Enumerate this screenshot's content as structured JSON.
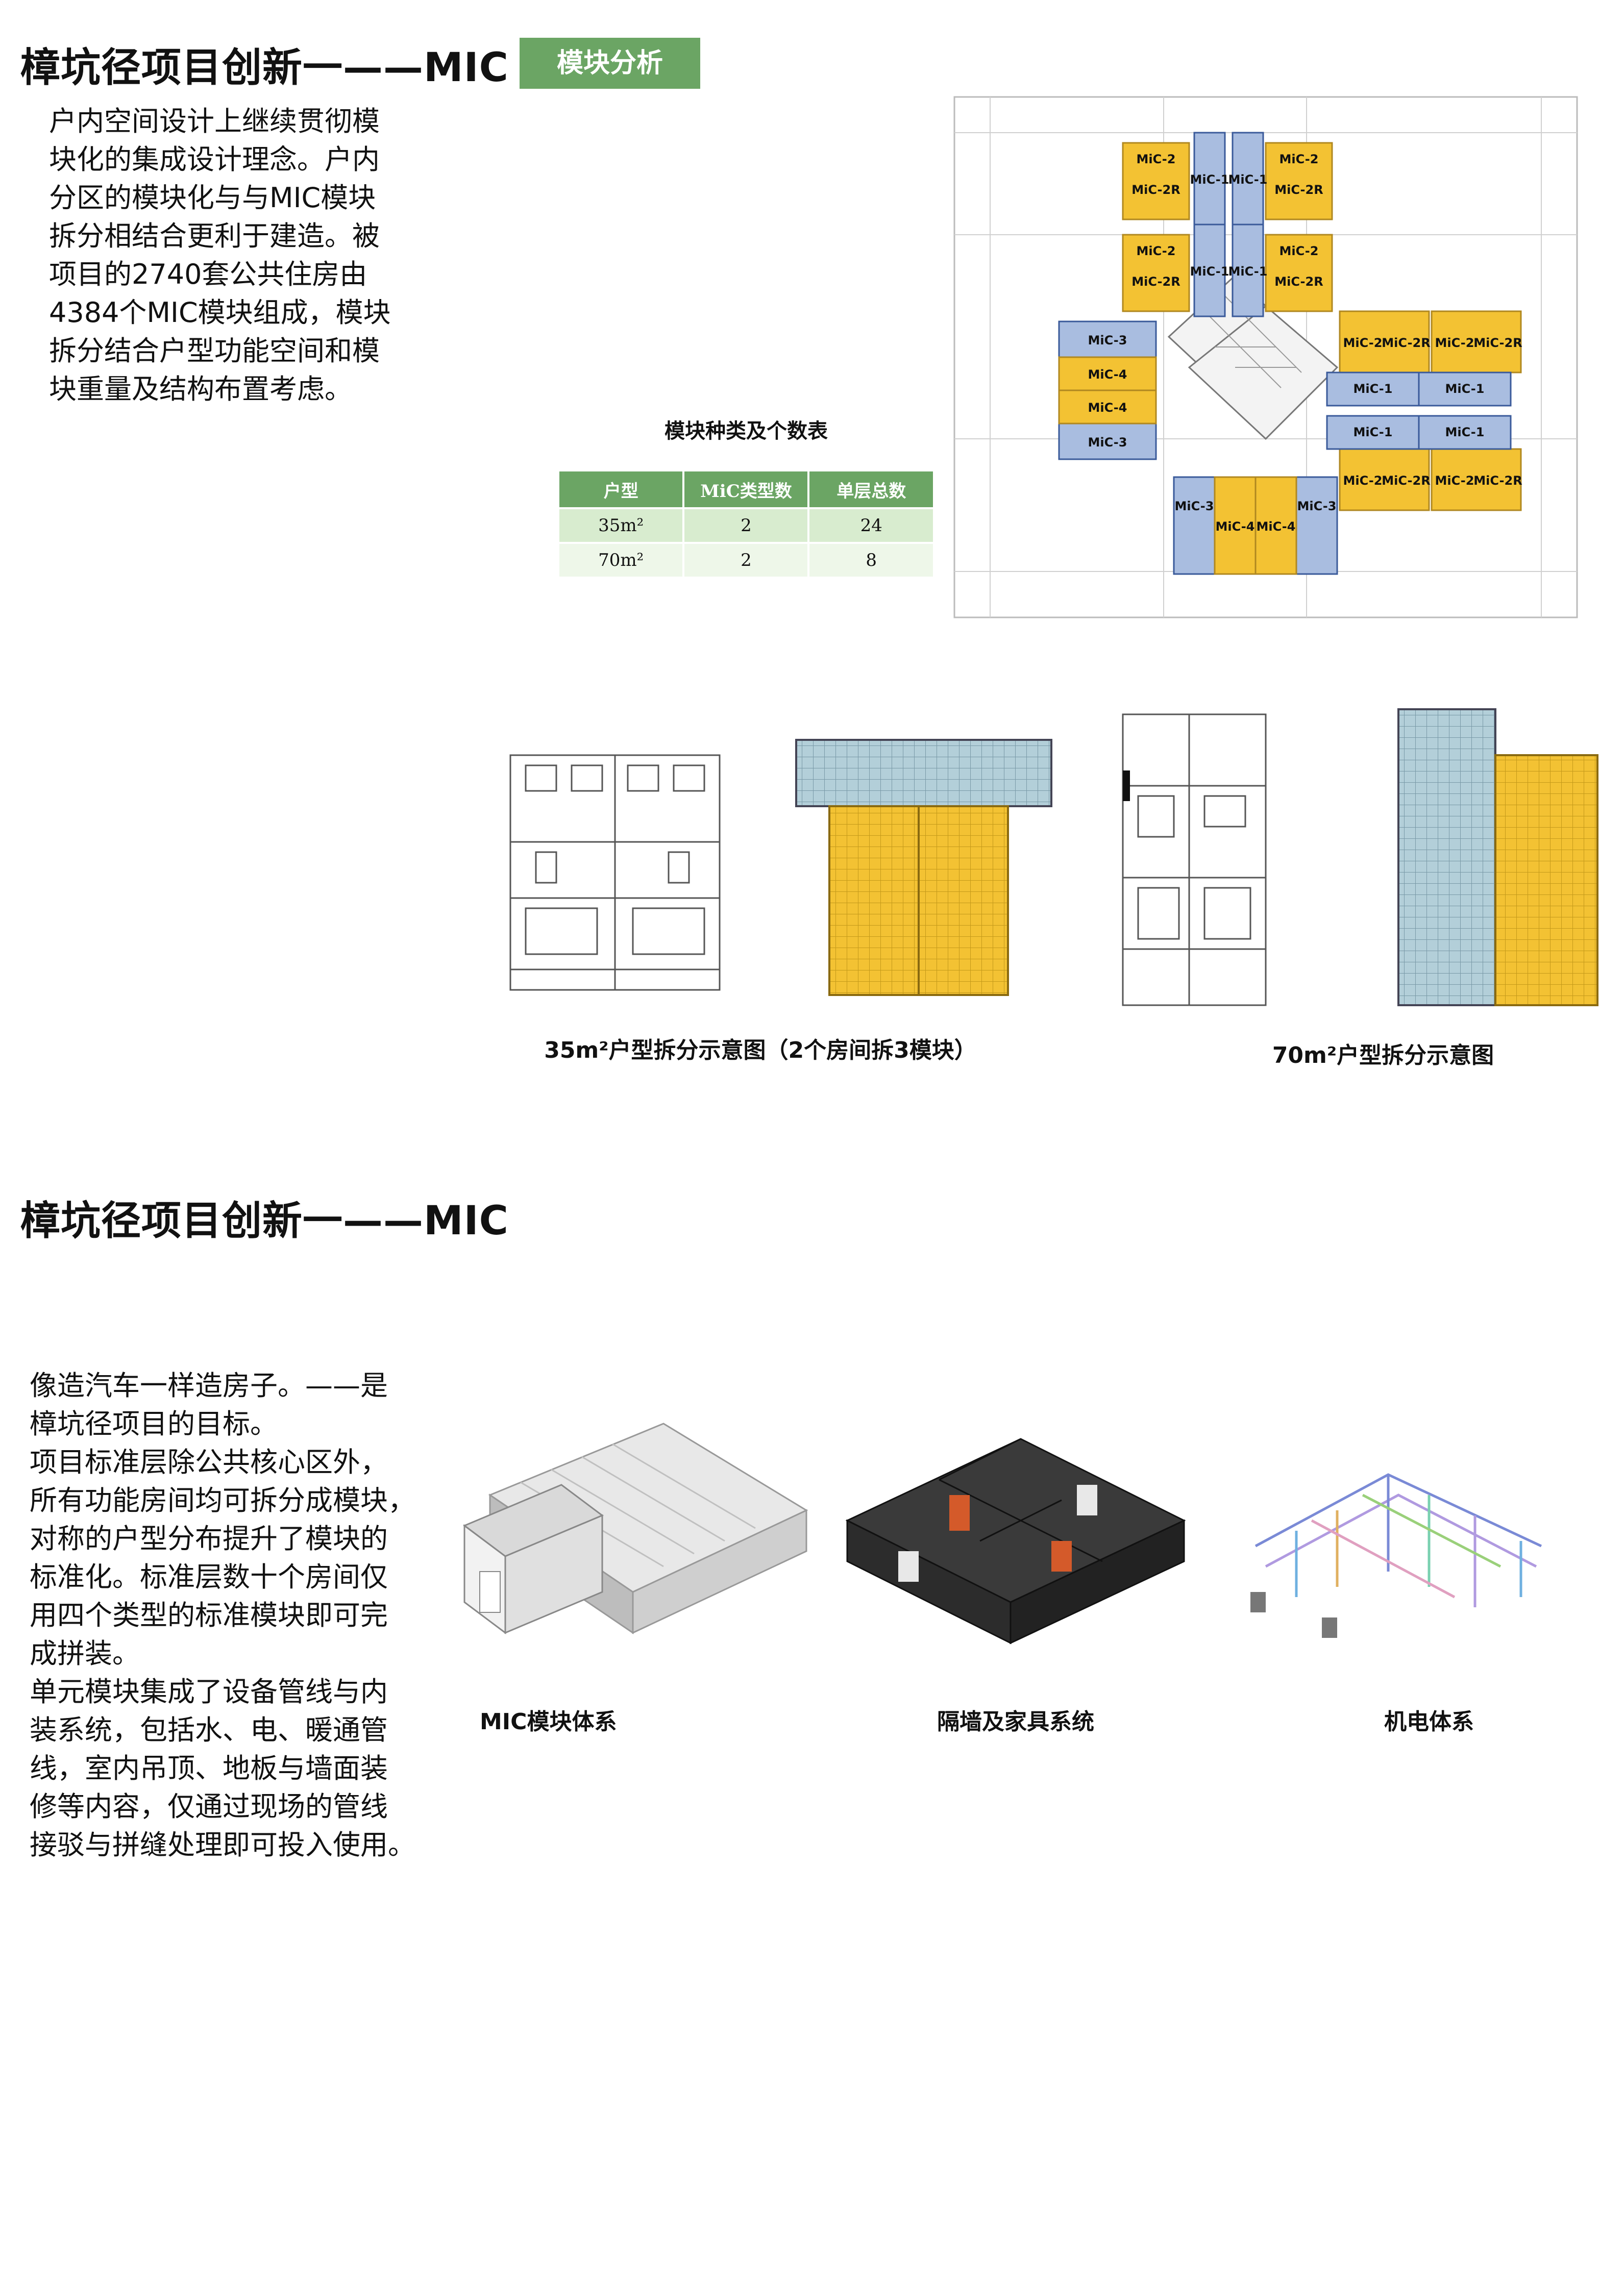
{
  "section1": {
    "title": "樟坑径项目创新一——MIC",
    "tag": "模块分析",
    "paragraph_lines": [
      "户内空间设计上继续贯彻模",
      "块化的集成设计理念。户内",
      "分区的模块化与与MIC模块",
      "拆分相结合更利于建造。被",
      "项目的2740套公共住房由",
      "4384个MIC模块组成，模块",
      "拆分结合户型功能空间和模",
      "块重量及结构布置考虑。"
    ],
    "table": {
      "title": "模块种类及个数表",
      "headers": [
        "户型",
        "MiC类型数",
        "单层总数"
      ],
      "rows": [
        [
          "35m²",
          "2",
          "24"
        ],
        [
          "70m²",
          "2",
          "8"
        ]
      ]
    },
    "plan_labels": {
      "mic1": "MiC-1",
      "mic2": "MiC-2",
      "mic2r": "MiC-2R",
      "mic3": "MiC-3",
      "mic4": "MiC-4"
    },
    "caption_35": "35m²户型拆分示意图（2个房间拆3模块）",
    "caption_70": "70m²户型拆分示意图"
  },
  "section2": {
    "title": "樟坑径项目创新一——MIC",
    "paragraph1_lines": [
      "像造汽车一样造房子。——是",
      "樟坑径项目的目标。",
      "项目标准层除公共核心区外，",
      "所有功能房间均可拆分成模块，",
      "对称的户型分布提升了模块的",
      "标准化。标准层数十个房间仅",
      "用四个类型的标准模块即可完",
      "成拼装。"
    ],
    "paragraph2_lines": [
      "单元模块集成了设备管线与内",
      "装系统，包括水、电、暖通管",
      "线，室内吊顶、地板与墙面装",
      "修等内容，仅通过现场的管线",
      "接驳与拼缝处理即可投入使用。"
    ],
    "captions": [
      "MIC模块体系",
      "隔墙及家具系统",
      "机电体系"
    ]
  },
  "colors": {
    "accent_green": "#6ba564",
    "module_yellow": "#f3c233",
    "module_blue": "#a9bde0",
    "module_teal": "#b3cfd9"
  }
}
